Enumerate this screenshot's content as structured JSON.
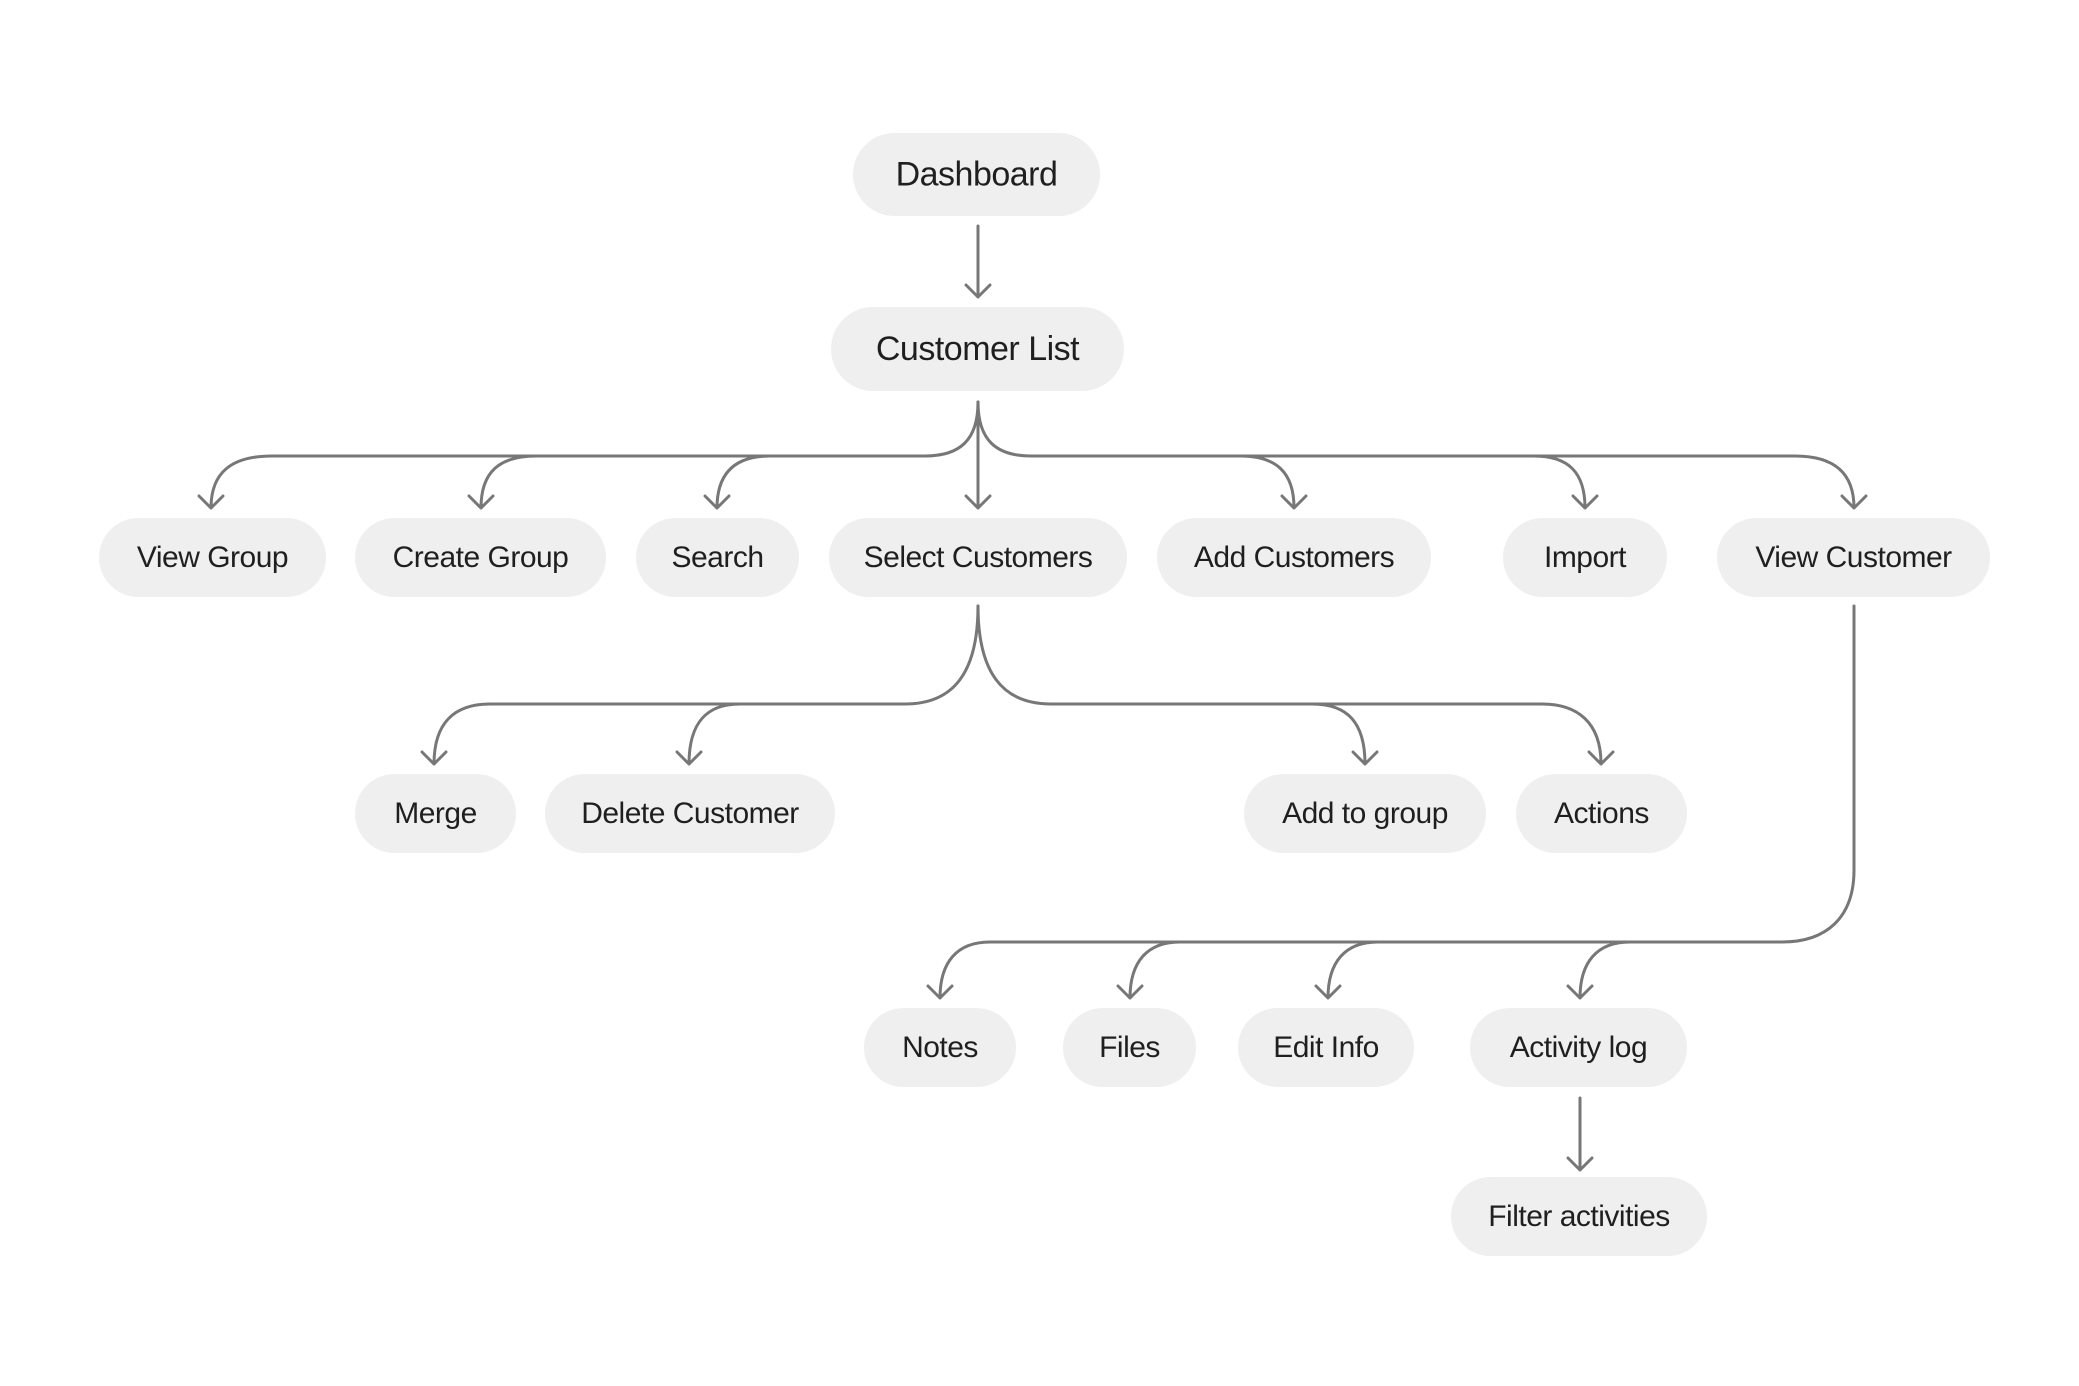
{
  "nodes": {
    "dashboard": "Dashboard",
    "customer_list": "Customer List",
    "view_group": "View Group",
    "create_group": "Create Group",
    "search": "Search",
    "select_customers": "Select Customers",
    "add_customers": "Add Customers",
    "import": "Import",
    "view_customer": "View Customer",
    "merge": "Merge",
    "delete_customer": "Delete Customer",
    "add_to_group": "Add to group",
    "actions": "Actions",
    "notes": "Notes",
    "files": "Files",
    "edit_info": "Edit Info",
    "activity_log": "Activity log",
    "filter_activities": "Filter activities"
  },
  "edges": [
    {
      "from": "dashboard",
      "to": "customer_list"
    },
    {
      "from": "customer_list",
      "to": "view_group"
    },
    {
      "from": "customer_list",
      "to": "create_group"
    },
    {
      "from": "customer_list",
      "to": "search"
    },
    {
      "from": "customer_list",
      "to": "select_customers"
    },
    {
      "from": "customer_list",
      "to": "add_customers"
    },
    {
      "from": "customer_list",
      "to": "import"
    },
    {
      "from": "customer_list",
      "to": "view_customer"
    },
    {
      "from": "select_customers",
      "to": "merge"
    },
    {
      "from": "select_customers",
      "to": "delete_customer"
    },
    {
      "from": "select_customers",
      "to": "add_to_group"
    },
    {
      "from": "select_customers",
      "to": "actions"
    },
    {
      "from": "view_customer",
      "to": "notes"
    },
    {
      "from": "view_customer",
      "to": "files"
    },
    {
      "from": "view_customer",
      "to": "edit_info"
    },
    {
      "from": "view_customer",
      "to": "activity_log"
    },
    {
      "from": "activity_log",
      "to": "filter_activities"
    }
  ],
  "colors": {
    "node_fill": "#efefef",
    "edge": "#777777",
    "text": "#1f1f1f"
  }
}
